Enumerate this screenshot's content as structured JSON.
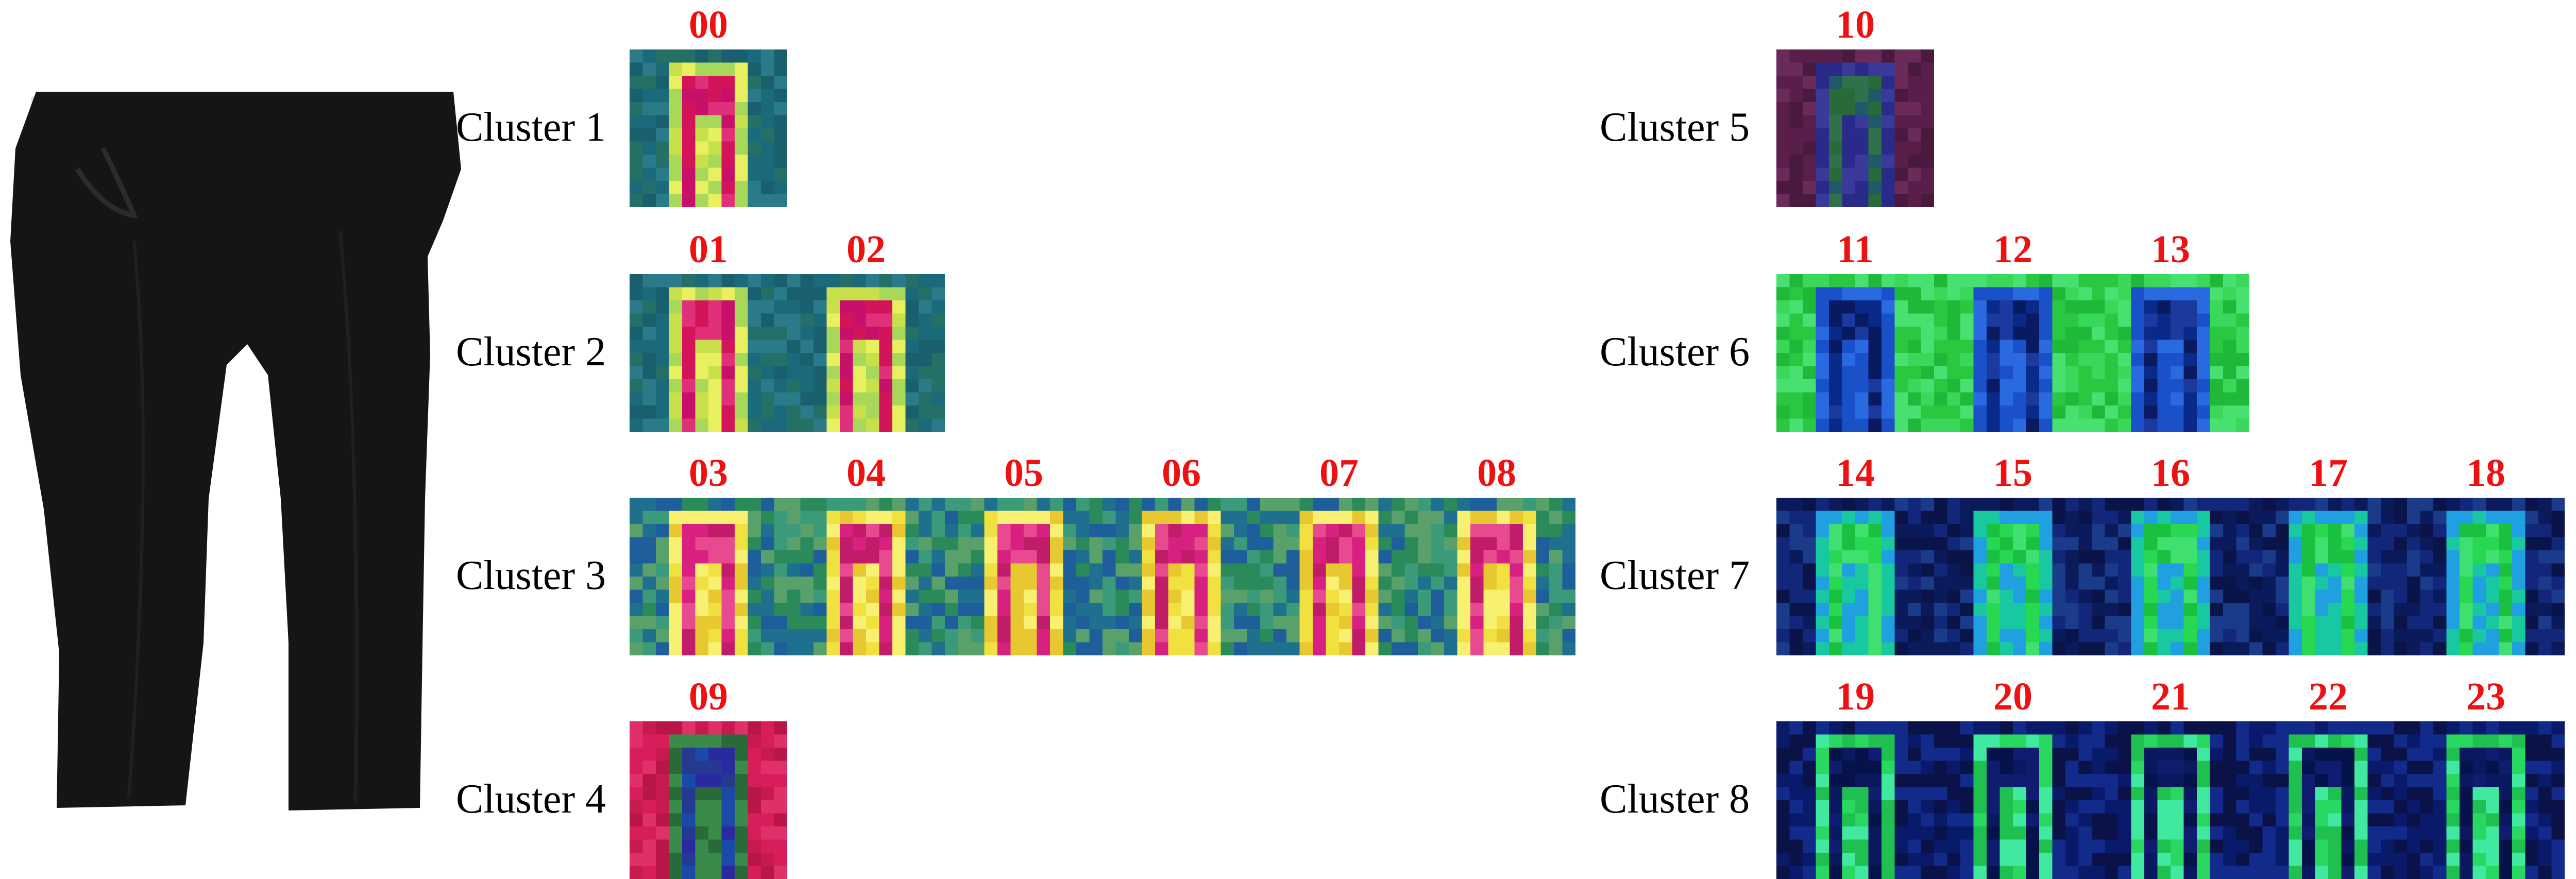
{
  "clusters": [
    {
      "label": "Cluster 1",
      "tiles": [
        "00"
      ]
    },
    {
      "label": "Cluster 2",
      "tiles": [
        "01",
        "02"
      ]
    },
    {
      "label": "Cluster 3",
      "tiles": [
        "03",
        "04",
        "05",
        "06",
        "07",
        "08"
      ]
    },
    {
      "label": "Cluster 4",
      "tiles": [
        "09"
      ]
    },
    {
      "label": "Cluster 5",
      "tiles": [
        "10"
      ]
    },
    {
      "label": "Cluster 6",
      "tiles": [
        "11",
        "12",
        "13"
      ]
    },
    {
      "label": "Cluster 7",
      "tiles": [
        "14",
        "15",
        "16",
        "17",
        "18"
      ]
    },
    {
      "label": "Cluster 8",
      "tiles": [
        "19",
        "20",
        "21",
        "22",
        "23"
      ]
    }
  ],
  "colors": {
    "tile_number": "#ee1111",
    "cluster_label": "#000000",
    "pants": "#141414",
    "skin": "#f5e2d8"
  }
}
